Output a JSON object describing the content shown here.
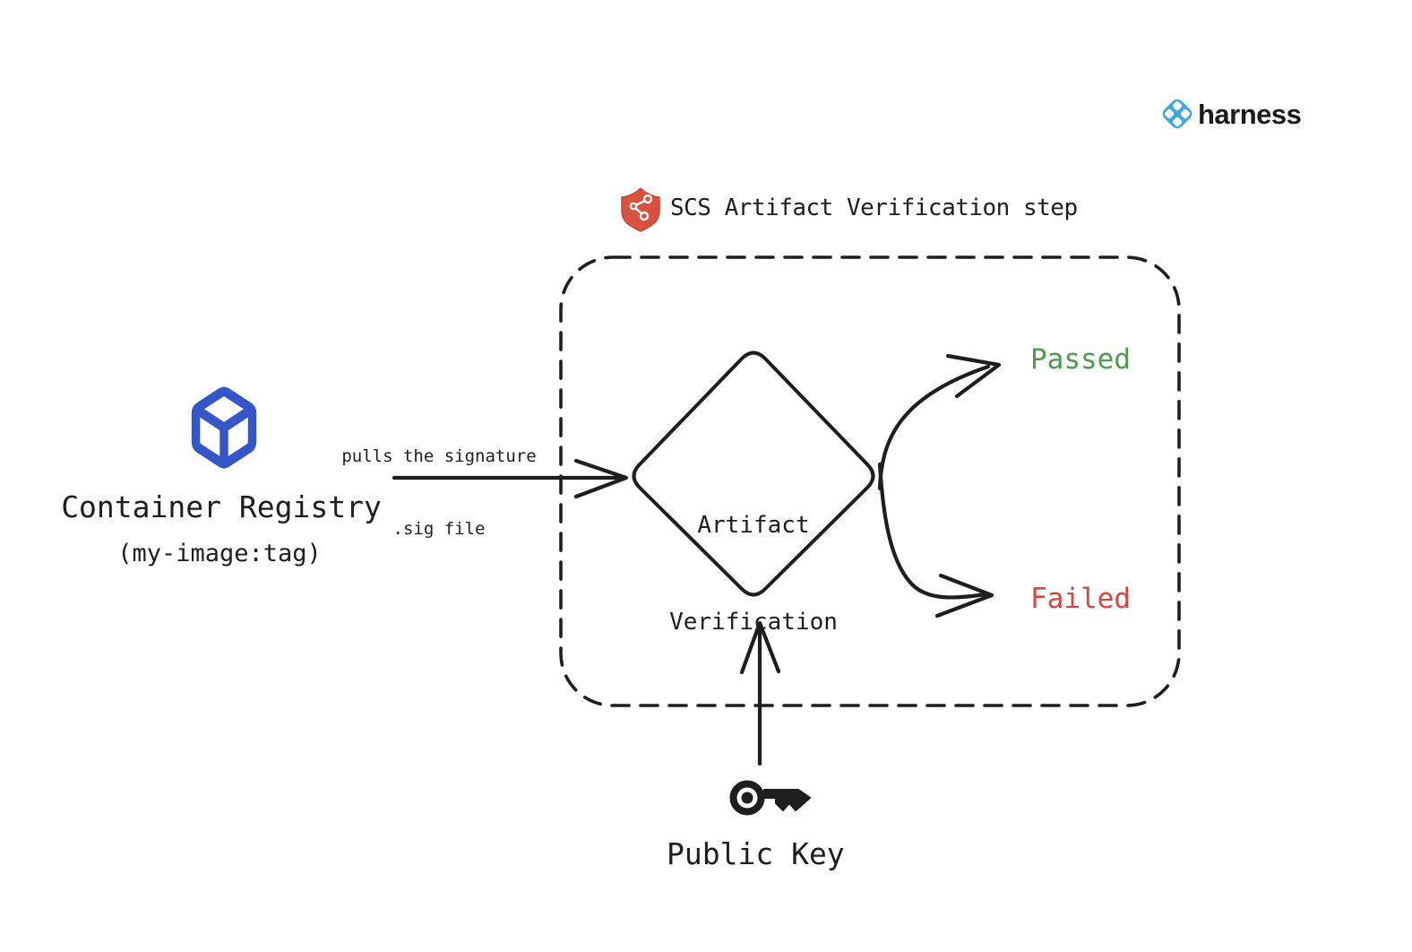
{
  "brand": {
    "name": "harness",
    "icon": "harness-logo-icon"
  },
  "header": {
    "icon": "shield-network-icon",
    "label": "SCS Artifact Verification step"
  },
  "source": {
    "icon": "cube-icon",
    "title": "Container Registry",
    "subtitle": "(my-image:tag)"
  },
  "flow": {
    "pull_label_line1": "pulls the signature",
    "pull_label_line2": ".sig file",
    "decision_line1": "Artifact",
    "decision_line2": "Verification",
    "outcome_passed": "Passed",
    "outcome_failed": "Failed",
    "input_icon": "key-icon",
    "input_label": "Public Key"
  },
  "colors": {
    "stroke_dark": "#1e1e1e",
    "cube_blue": "#3456c8",
    "passed_green": "#4a9d51",
    "failed_red": "#d64541",
    "shield_red": "#d9513f",
    "harness_blue": "#3fa6df"
  }
}
